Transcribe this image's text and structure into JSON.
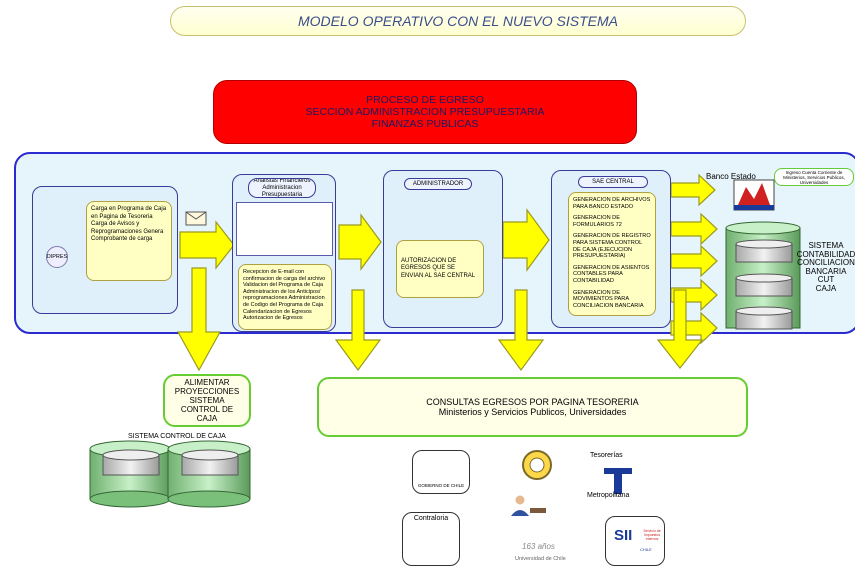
{
  "title": "MODELO OPERATIVO CON EL NUEVO SISTEMA",
  "process": {
    "line1": "PROCESO DE EGRESO",
    "line2": "SECCION ADMINISTRACION PRESUPUESTARIA",
    "line3": "FINANZAS PUBLICAS"
  },
  "dipres": {
    "label": "DIPRES",
    "note": "Carga en Programa de Caja en Pagina de Tesoreria Carga de Avisos y Reprogramaciones Genera Comprobante de carga"
  },
  "analistas": {
    "header": "Analistas Financieros Administracion Presupuestaria",
    "note": "Recepcion de E-mail con confirmacion de carga del archivo Validacion del Programa de Caja Administracion de los Anticipos/ reprogramaciones Administracion de Codigo del Programa de Caja Calendarizacion de Egresos Autorizacion de Egresos"
  },
  "administrador": {
    "header": "ADMINISTRADOR",
    "note": "AUTORIZACION DE EGRESOS QUE SE ENVIAN AL SAE CENTRAL"
  },
  "sae": {
    "header": "SAE CENTRAL",
    "items": [
      "GENERACION DE ARCHIVOS PARA BANCO ESTADO",
      "GENERACION DE FORMULARIOS 72",
      "GENERACION DE REGISTRO PARA SISTEMA CONTROL DE CAJA (EJECUCION PRESUPUESTARIA)",
      "GENERACION DE ASIENTOS CONTABLES PARA CONTABILIDAD",
      "GENERACION DE MOVIMIENTOS PARA CONCILIACION BANCARIA"
    ]
  },
  "banco": {
    "label": "Banco Estado",
    "note": "Ingreso Cuenta Corriente de Ministerios, Servicios Publicos, Universidades"
  },
  "sistemas": {
    "line1": "SISTEMA",
    "line2": "CONTABILIDAD",
    "line3": "CONCILIACION",
    "line4": "BANCARIA",
    "line5": "CUT",
    "line6": "CAJA"
  },
  "alimentar": {
    "line1": "ALIMENTAR",
    "line2": "PROYECCIONES",
    "line3": "SISTEMA",
    "line4": "CONTROL DE",
    "line5": "CAJA"
  },
  "control_caja_label": "SISTEMA CONTROL DE CAJA",
  "consultas": {
    "line1": "CONSULTAS EGRESOS POR PAGINA TESORERIA",
    "line2": "Ministerios y Servicios Publicos, Universidades"
  },
  "logos": {
    "gobierno": "GOBIERNO DE CHILE",
    "tesorerias": "Tesorerías",
    "metropolitana": "Metropolitana",
    "contraloria": "Contraloria",
    "universidad": "Universidad de Chile",
    "universidad_years": "163 años",
    "sii": "SII",
    "sii_sub": "Servicio de Impuestos Internos",
    "chile": "CHILE"
  },
  "colors": {
    "arrow": "#ffff00",
    "red": "#ff0000",
    "blue_border": "#2a2ad0",
    "green_border": "#66cc33"
  }
}
